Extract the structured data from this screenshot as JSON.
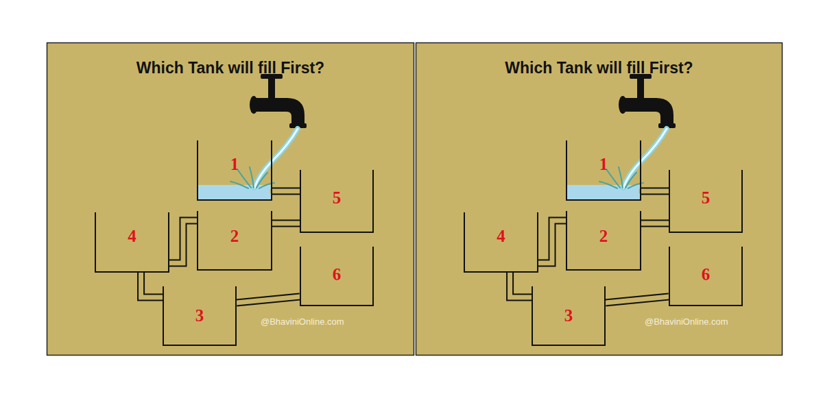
{
  "diagram": {
    "nodes": [
      {
        "text": [
          "Which Tank will fill First?"
        ]
      },
      {
        "text": [
          "1"
        ],
        "in": 0
      },
      {
        "text": [
          "2"
        ],
        "in": 0
      },
      {
        "text": [
          "3"
        ],
        "in": 0
      },
      {
        "text": [
          "4"
        ],
        "in": 0
      },
      {
        "text": [
          "5"
        ],
        "in": 0
      },
      {
        "text": [
          "6"
        ],
        "in": 0
      },
      {
        "text": [
          "Which Tank will fill First?"
        ]
      },
      {
        "text": [
          "1"
        ],
        "in": 7
      },
      {
        "text": [
          "2"
        ],
        "in": 7
      },
      {
        "text": [
          "3"
        ],
        "in": 7
      },
      {
        "text": [
          "4"
        ],
        "in": 7
      },
      {
        "text": [
          "5"
        ],
        "in": 7
      },
      {
        "text": [
          "6"
        ],
        "in": 7
      }
    ],
    "edges": [
      {
        "from": 1,
        "to": 5,
        "arrow": "none"
      },
      {
        "from": 5,
        "to": 2,
        "arrow": "none"
      },
      {
        "from": 2,
        "to": 4,
        "arrow": "none"
      },
      {
        "from": 4,
        "to": 3,
        "arrow": "none"
      },
      {
        "from": 3,
        "to": 6,
        "arrow": "none"
      },
      {
        "from": 8,
        "to": 12,
        "arrow": "none"
      },
      {
        "from": 12,
        "to": 9,
        "arrow": "none"
      },
      {
        "from": 9,
        "to": 11,
        "arrow": "none"
      },
      {
        "from": 11,
        "to": 10,
        "arrow": "none"
      },
      {
        "from": 10,
        "to": 13,
        "arrow": "none"
      }
    ],
    "labels": [
      "@BhaviniOnline.com",
      "@BhaviniOnline.com"
    ]
  }
}
